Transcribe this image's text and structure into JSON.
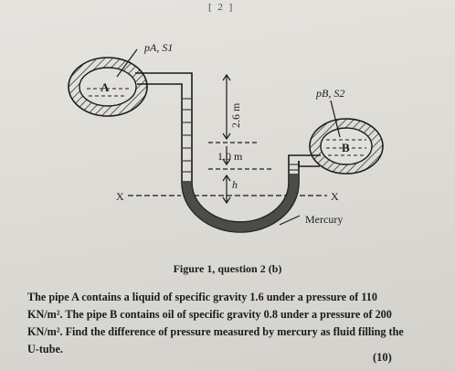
{
  "header": {
    "page_mark": "[ 2 ]"
  },
  "figure": {
    "label_pa_sa": "pA, S1",
    "label_pb_sb": "pB, S2",
    "label_a": "A",
    "label_b": "B",
    "label_2_6m": "2.6 m",
    "label_1_0m": "1.0 m",
    "label_h": "h",
    "label_x_left": "X",
    "label_x_right": "X",
    "label_mercury": "Mercury",
    "caption": "Figure 1, question 2 (b)"
  },
  "problem": {
    "line1": "The pipe A contains a liquid of specific gravity 1.6 under a pressure of 110",
    "line2": "KN/m². The pipe B contains oil of specific gravity 0.8 under a pressure of 200",
    "line3": "KN/m². Find the difference of pressure measured by mercury as fluid filling the",
    "line4": "U-tube.",
    "marks": "(10)"
  },
  "colors": {
    "ink": "#1b1b1b",
    "mercury": "#3c3c3c",
    "paper": "#e2e0db"
  }
}
